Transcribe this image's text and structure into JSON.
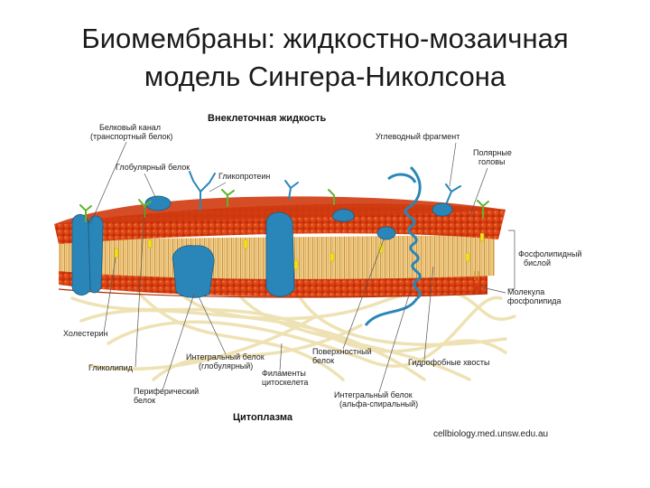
{
  "slide": {
    "title_line1": "Биомембраны: жидкостно-мозаичная",
    "title_line2": "модель Сингера-Николсона"
  },
  "diagram": {
    "top_region": "Внеклеточная жидкость",
    "bottom_region": "Цитоплазма",
    "source": "cellbiology.med.unsw.edu.au",
    "labels": {
      "protein_channel_1": "Белковый канал",
      "protein_channel_2": "(транспортный белок)",
      "globular_protein": "Глобулярный белок",
      "glycoprotein": "Гликопротеин",
      "carbohydrate": "Углеводный фрагмент",
      "polar_heads_1": "Полярные",
      "polar_heads_2": "головы",
      "bilayer_1": "Фосфолипидный",
      "bilayer_2": "бислой",
      "phospholipid_1": "Молекула",
      "phospholipid_2": "фосфолипида",
      "cholesterol": "Холестерин",
      "glycolipid": "Гликолипид",
      "integral_1": "Интегральный белок",
      "integral_2": "(глобулярный)",
      "surface_1": "Поверхностный",
      "surface_2": "белок",
      "hydrophobic_tails": "Гидрофобные хвосты",
      "filaments_1": "Филаменты",
      "filaments_2": "цитоскелета",
      "peripheral_1": "Периферический",
      "peripheral_2": "белок",
      "alpha_1": "Интегральный белок",
      "alpha_2": "(альфа-спиральный)"
    }
  },
  "colors": {
    "heads": "#d23a10",
    "tails": "#e9b86a",
    "protein": "#2a86b8",
    "protein_dark": "#1f6f99",
    "cholesterol": "#f2e21d",
    "glyco": "#5db52c",
    "filament": "#f0e4b8"
  }
}
